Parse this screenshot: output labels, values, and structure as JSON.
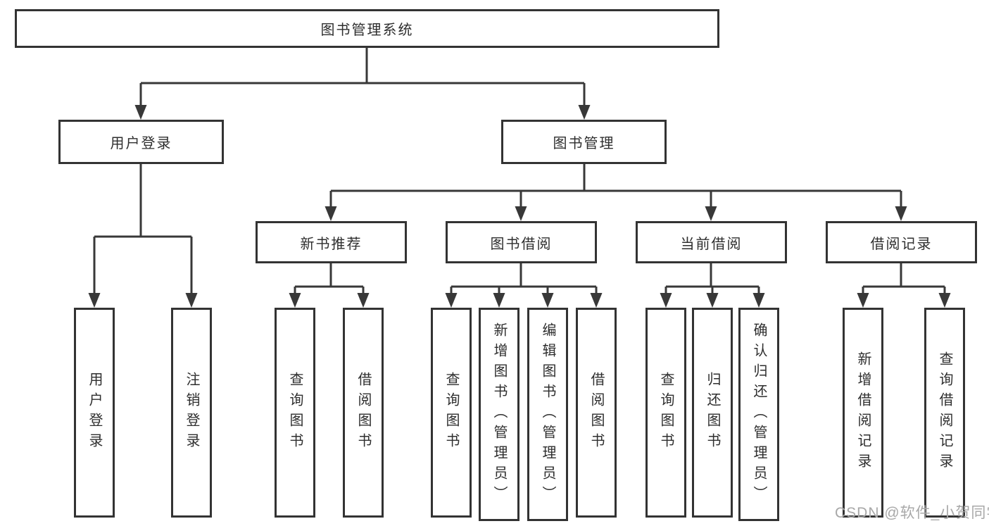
{
  "tree": {
    "root": "图书管理系统",
    "children": [
      {
        "label": "用户登录",
        "children": [
          "用户登录",
          "注销登录"
        ]
      },
      {
        "label": "图书管理",
        "children": [
          {
            "label": "新书推荐",
            "children": [
              "查询图书",
              "借阅图书"
            ]
          },
          {
            "label": "图书借阅",
            "children": [
              "查询图书",
              "新增图书（管理员）",
              "编辑图书（管理员）",
              "借阅图书"
            ]
          },
          {
            "label": "当前借阅",
            "children": [
              "查询图书",
              "归还图书",
              "确认归还（管理员）"
            ]
          },
          {
            "label": "借阅记录",
            "children": [
              "新增借阅记录",
              "查询借阅记录"
            ]
          }
        ]
      }
    ]
  },
  "watermark": {
    "text": "CSDN @软件_小贺同学",
    "color": "#a8a8a8"
  },
  "colors": {
    "background": "#ffffff",
    "box_border": "#333333",
    "connector_line": "#383838",
    "text": "#2e2e2e"
  }
}
